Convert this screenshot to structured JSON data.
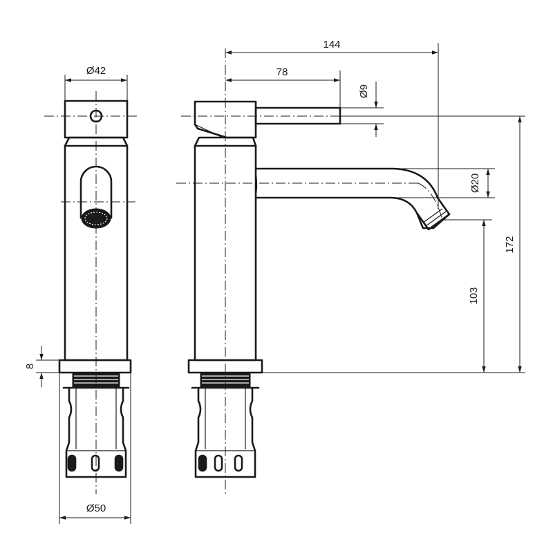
{
  "dimensions": {
    "front_width": "Ø42",
    "base_diameter": "Ø50",
    "base_height": "8",
    "total_reach": "144",
    "lever_reach": "78",
    "lever_diameter": "Ø9",
    "spout_diameter": "Ø20",
    "spout_height": "103",
    "total_height": "172"
  }
}
